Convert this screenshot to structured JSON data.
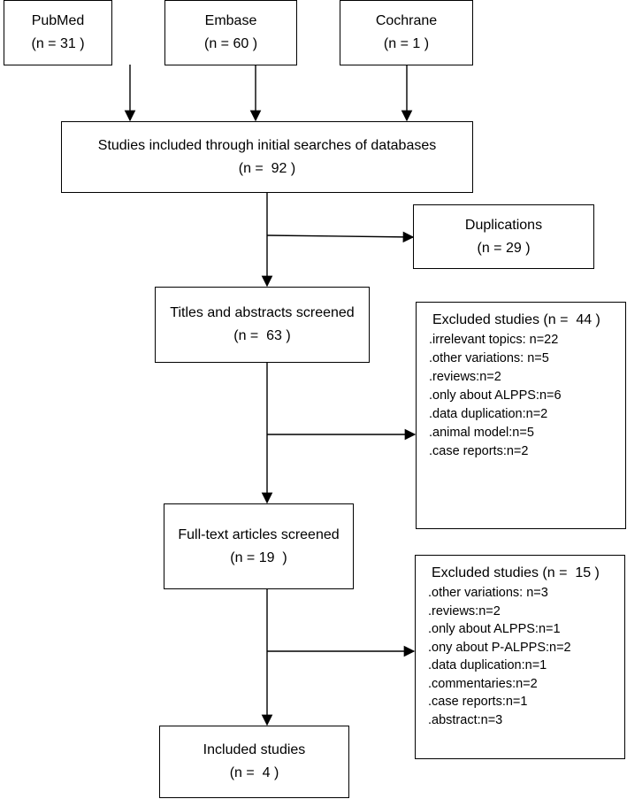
{
  "sources": [
    {
      "name": "PubMed",
      "count": "(n = 31 )"
    },
    {
      "name": "Embase",
      "count": "(n = 60 )"
    },
    {
      "name": "Cochrane",
      "count": "(n = 1 )"
    }
  ],
  "initial": {
    "label": "Studies included through initial searches of databases",
    "count": "(n =  92 )"
  },
  "duplications": {
    "label": "Duplications",
    "count": "(n = 29 )"
  },
  "screened": {
    "label": "Titles and abstracts screened",
    "count": "(n =  63 )"
  },
  "excluded1": {
    "title": "Excluded studies (n =  44 )",
    "items": [
      ".irrelevant topics: n=22",
      ".other variations: n=5",
      ".reviews:n=2",
      ".only about ALPPS:n=6",
      ".data duplication:n=2",
      ".animal model:n=5",
      ".case reports:n=2"
    ]
  },
  "fulltext": {
    "label": "Full-text articles screened",
    "count": "(n = 19  )"
  },
  "excluded2": {
    "title": "Excluded studies (n =  15 )",
    "items": [
      ".other variations: n=3",
      ".reviews:n=2",
      ".only about ALPPS:n=1",
      ".ony about P-ALPPS:n=2",
      ".data duplication:n=1",
      ".commentaries:n=2",
      ".case reports:n=1",
      ".abstract:n=3"
    ]
  },
  "included": {
    "label": "Included studies",
    "count": "(n =  4 )"
  }
}
